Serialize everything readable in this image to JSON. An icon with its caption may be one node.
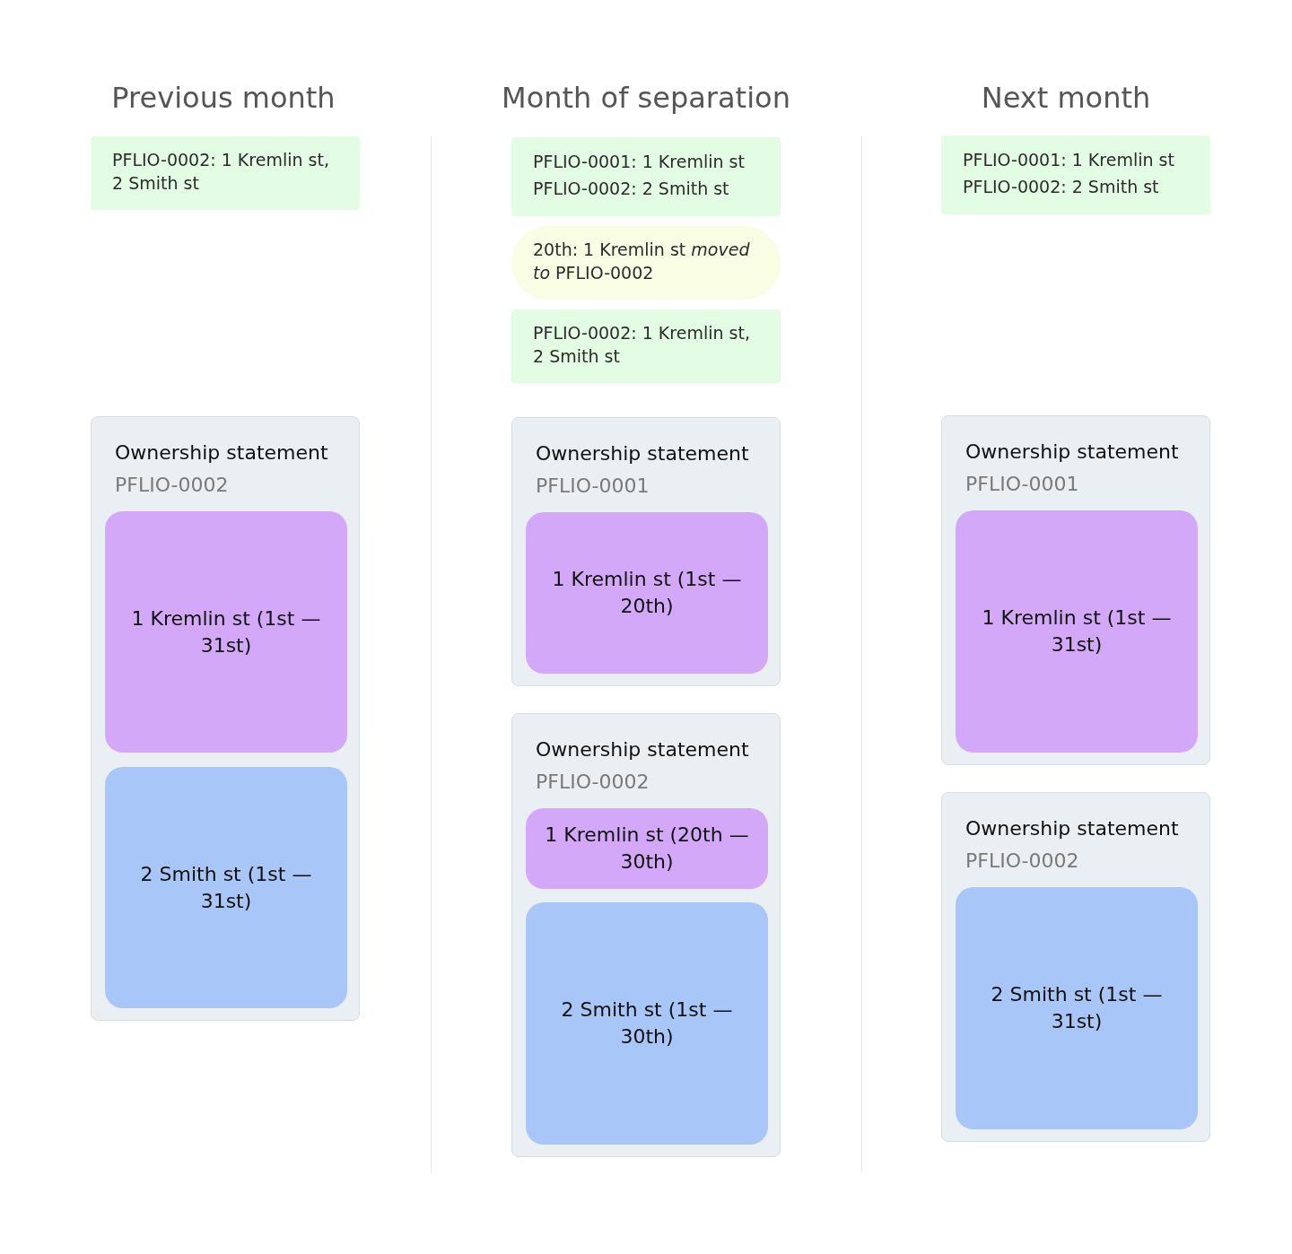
{
  "diagram": {
    "nodes": [
      {
        "text": [
          "PFLIO-0002: 1 Kremlin st, 2 Smith st"
        ]
      },
      {
        "text": [
          "Ownership statement",
          "PFLIO-0002"
        ]
      },
      {
        "text": [
          "1 Kremlin st (1st — 31st)"
        ],
        "in": 1
      },
      {
        "text": [
          "2 Smith st (1st — 31st)"
        ],
        "in": 1
      },
      {
        "text": [
          "PFLIO-0001: 1 Kremlin st",
          "PFLIO-0002: 2 Smith st"
        ]
      },
      {
        "text": [
          "20th: 1 Kremlin st *moved to* PFLIO-0002"
        ]
      },
      {
        "text": [
          "PFLIO-0002: 1 Kremlin st, 2 Smith st"
        ]
      },
      {
        "text": [
          "Ownership statement",
          "PFLIO-0001"
        ]
      },
      {
        "text": [
          "1 Kremlin st (1st — 20th)"
        ],
        "in": 7
      },
      {
        "text": [
          "Ownership statement",
          "PFLIO-0002"
        ]
      },
      {
        "text": [
          "1 Kremlin st (20th — 30th)"
        ],
        "in": 9
      },
      {
        "text": [
          "2 Smith st (1st — 30th)"
        ],
        "in": 9
      },
      {
        "text": [
          "PFLIO-0001: 1 Kremlin st",
          "PFLIO-0002: 2 Smith st"
        ]
      },
      {
        "text": [
          "Ownership statement",
          "PFLIO-0001"
        ]
      },
      {
        "text": [
          "1 Kremlin st (1st — 31st)"
        ],
        "in": 13
      },
      {
        "text": [
          "Ownership statement",
          "PFLIO-0002"
        ]
      },
      {
        "text": [
          "2 Smith st (1st — 31st)"
        ],
        "in": 15
      }
    ],
    "labels": [
      "Previous month",
      "Month of separation",
      "Next month"
    ]
  }
}
